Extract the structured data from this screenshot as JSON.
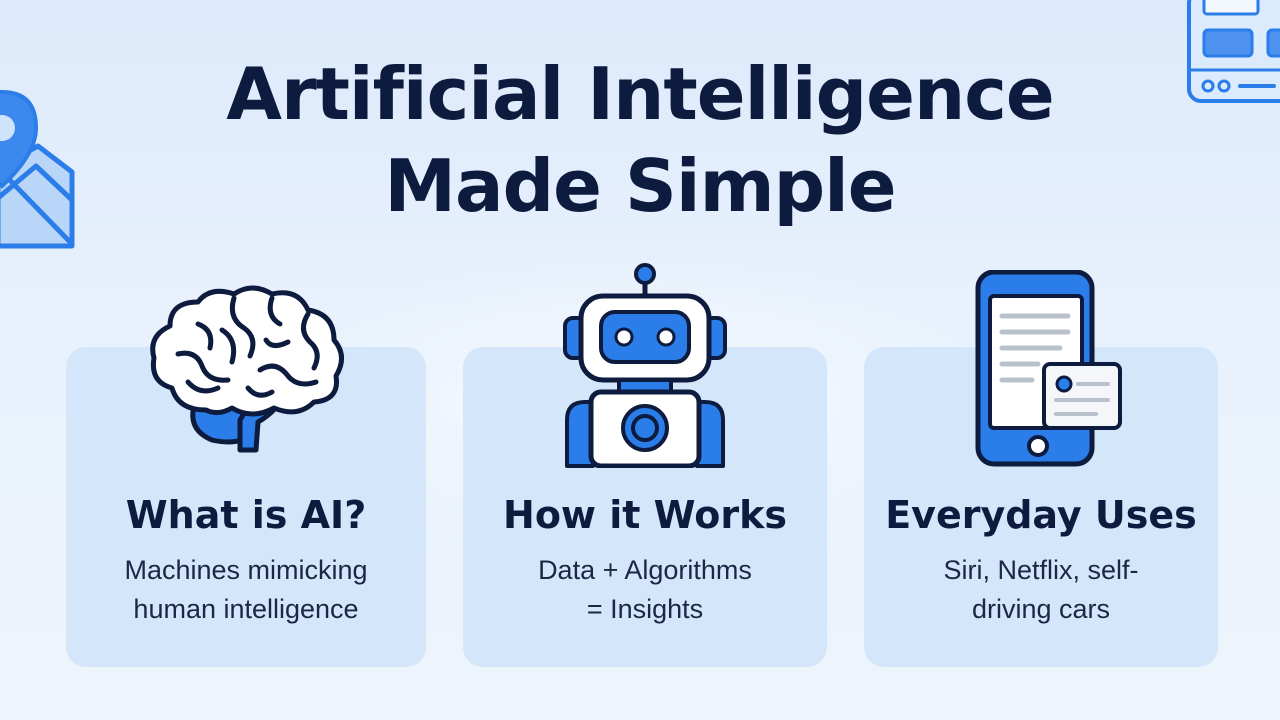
{
  "title": {
    "line1": "Artificial Intelligence",
    "line2": "Made Simple"
  },
  "cards": [
    {
      "heading": "What is AI?",
      "body": [
        "Machines mimicking",
        "human intelligence"
      ],
      "icon": "brain-icon"
    },
    {
      "heading": "How it Works",
      "body": [
        "Data + Algorithms",
        "= Insights"
      ],
      "icon": "robot-icon"
    },
    {
      "heading": "Everyday Uses",
      "body": [
        "Siri, Netflix, self-",
        "driving cars"
      ],
      "icon": "smartphone-icon"
    }
  ],
  "decorations": [
    "location-mail-icon",
    "device-interface-icon"
  ],
  "colors": {
    "navy": "#0d1b3e",
    "accent_blue": "#2b7de9",
    "card_bg": "#d3e6fa",
    "background": "#e8f1fc"
  }
}
